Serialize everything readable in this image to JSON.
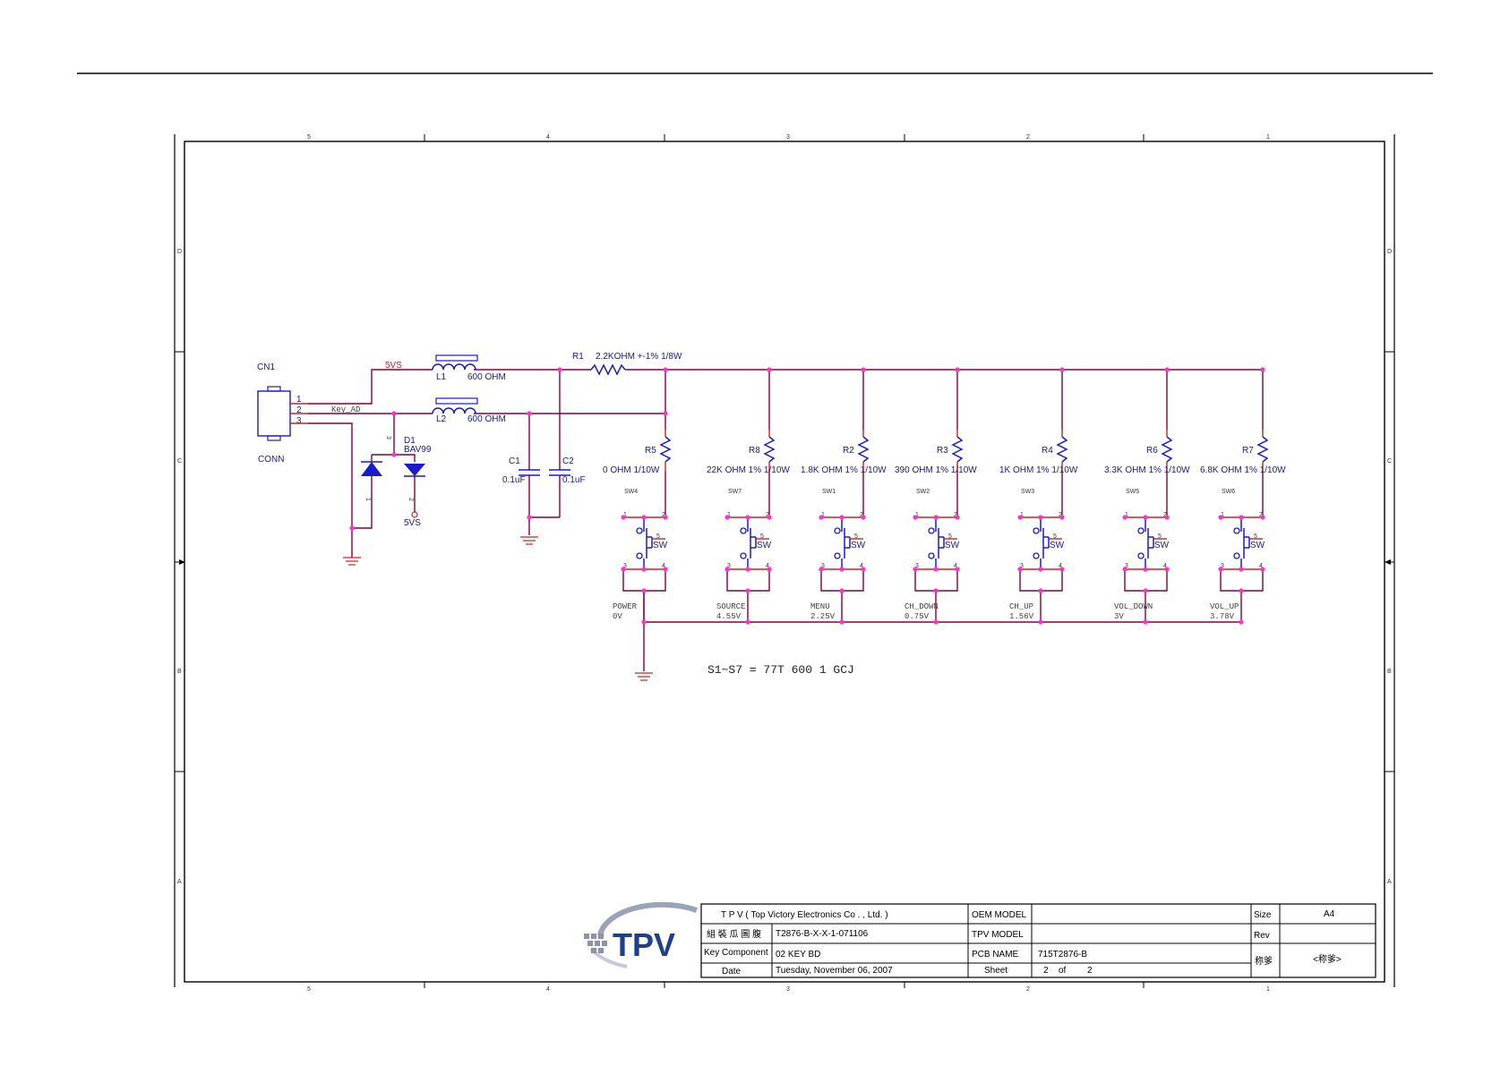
{
  "border": {
    "columns": [
      "5",
      "4",
      "3",
      "2",
      "1"
    ],
    "rows": [
      "D",
      "C",
      "B",
      "A"
    ]
  },
  "connector": {
    "ref": "CN1",
    "type": "CONN",
    "pins": [
      "1",
      "2",
      "3"
    ]
  },
  "nets": {
    "supply": "5VS",
    "key_ad": "Key_AD",
    "d1_supply": "5VS"
  },
  "inductors": [
    {
      "ref": "L1",
      "value": "600 OHM"
    },
    {
      "ref": "L2",
      "value": "600 OHM"
    }
  ],
  "diode": {
    "ref": "D1",
    "part": "BAV99",
    "pins": [
      "3",
      "1",
      "2"
    ]
  },
  "capacitors": [
    {
      "ref": "C1",
      "value": "0.1uF"
    },
    {
      "ref": "C2",
      "value": "0.1uF"
    }
  ],
  "pullup": {
    "ref": "R1",
    "value": "2.2KOHM +-1% 1/8W"
  },
  "keys": [
    {
      "resistor": "R5",
      "value": "0 OHM 1/10W",
      "switch": "SW4",
      "label": "POWER",
      "voltage": "0V"
    },
    {
      "resistor": "R8",
      "value": "22K OHM 1% 1/10W",
      "switch": "SW7",
      "label": "SOURCE",
      "voltage": "4.55V"
    },
    {
      "resistor": "R2",
      "value": "1.8K OHM 1% 1/10W",
      "switch": "SW1",
      "label": "MENU",
      "voltage": "2.25V"
    },
    {
      "resistor": "R3",
      "value": "390 OHM 1% 1/10W",
      "switch": "SW2",
      "label": "CH_DOWN",
      "voltage": "0.75V"
    },
    {
      "resistor": "R4",
      "value": "1K OHM 1% 1/10W",
      "switch": "SW3",
      "label": "CH_UP",
      "voltage": "1.56V"
    },
    {
      "resistor": "R6",
      "value": "3.3K OHM 1% 1/10W",
      "switch": "SW5",
      "label": "VOL_DOWN",
      "voltage": "3V"
    },
    {
      "resistor": "R7",
      "value": "6.8K OHM 1% 1/10W",
      "switch": "SW6",
      "label": "VOL_UP",
      "voltage": "3.78V"
    }
  ],
  "switch_symbol": {
    "type": "SW",
    "pins": [
      "1",
      "2",
      "3",
      "4",
      "5"
    ]
  },
  "note": "S1~S7 = 77T 600  1 GCJ",
  "title_block": {
    "logo_text": "TPV",
    "company": "T P V  ( Top   Victory   Electronics   Co . ,  Ltd. )",
    "row2_label": "組 裝 瓜 圖 腹",
    "row2_value": "T2876-B-X-X-1-071106",
    "key_component_label": "Key Component",
    "key_component_value": "02 KEY BD",
    "date_label": "Date",
    "date_value": "Tuesday, November 06, 2007",
    "oem_model_label": "OEM MODEL",
    "oem_model_value": "",
    "tpv_model_label": "TPV MODEL",
    "tpv_model_value": "",
    "pcb_name_label": "PCB NAME",
    "pcb_name_value": "715T2876-B",
    "sheet_label": "Sheet",
    "sheet_number": "2",
    "sheet_of": "of",
    "sheet_total": "2",
    "size_label": "Size",
    "size_value": "A4",
    "rev_label": "Rev",
    "rev_value": "",
    "name_label": "称爹",
    "name_value": "<称爹>"
  }
}
